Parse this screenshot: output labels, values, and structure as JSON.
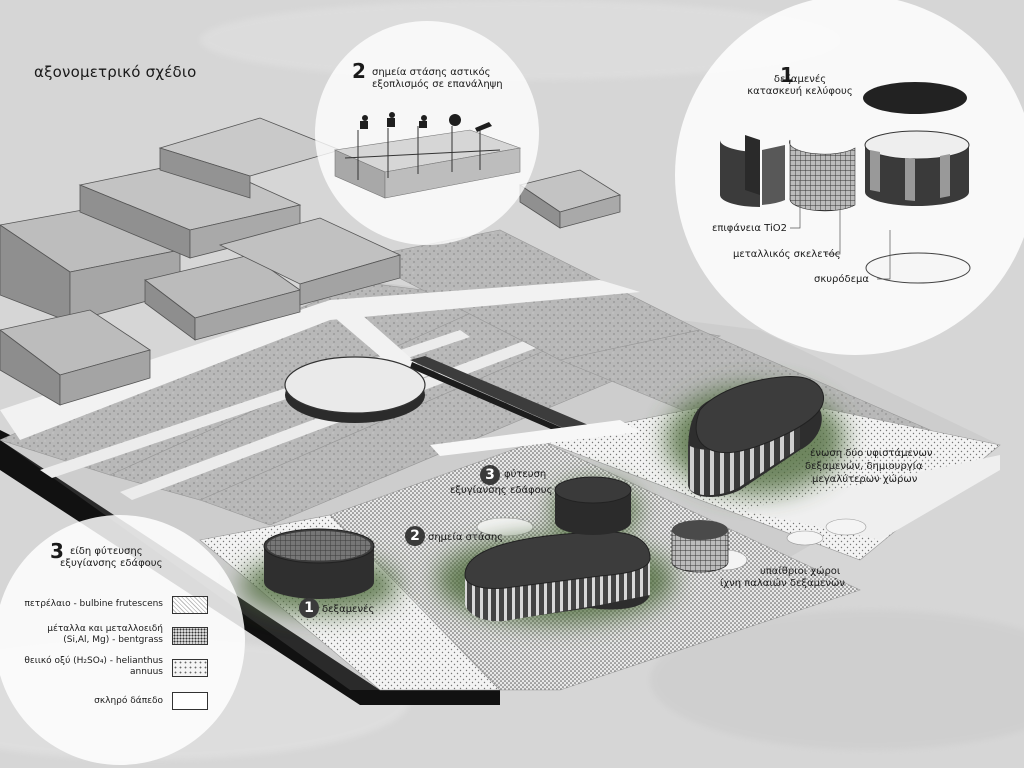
{
  "title": "αξονομετρικό σχέδιο",
  "callout_top": {
    "number": "2",
    "line1": "σημεία στάσης  αστικός",
    "line2": "εξοπλισμός σε επανάληψη"
  },
  "callout_tanks": {
    "number": "1",
    "line1": "δεξαμενές",
    "line2": "κατασκευή κελύφους",
    "label_surface": "επιφάνεια TiO2",
    "label_frame": "μεταλλικός σκελετός",
    "label_concrete": "σκυρόδεμα"
  },
  "site_labels": {
    "planting_number": "3",
    "planting_line1": "φύτευση",
    "planting_line2": "εξυγίανσης εδάφους",
    "stops_number": "2",
    "stops_text": "σημεία στάσης",
    "tanks_number": "1",
    "tanks_text": "δεξαμενές",
    "merge_line1": "ένωση δύο υφιστάμενων",
    "merge_line2": "δεξαμενών, δημιουργία",
    "merge_line3": "μεγαλύτερων χώρων",
    "open_line1": "υπαίθριοι χώροι",
    "open_line2": "ίχνη παλαιών δεξαμενών"
  },
  "legend": {
    "number": "3",
    "line1": "είδη φύτευσης",
    "line2": "εξυγίανσης εδάφους",
    "items": [
      {
        "line1": "πετρέλαιο - bulbine frutescens",
        "line2": ""
      },
      {
        "line1": "μέταλλα και μεταλλοειδή",
        "line2": "(Si,Al, Mg) - bentgrass"
      },
      {
        "line1": "θειικό οξύ (H₂SO₄) - helianthus",
        "line2": "annuus"
      },
      {
        "line1": "σκληρό δάπεδο",
        "line2": ""
      }
    ]
  }
}
